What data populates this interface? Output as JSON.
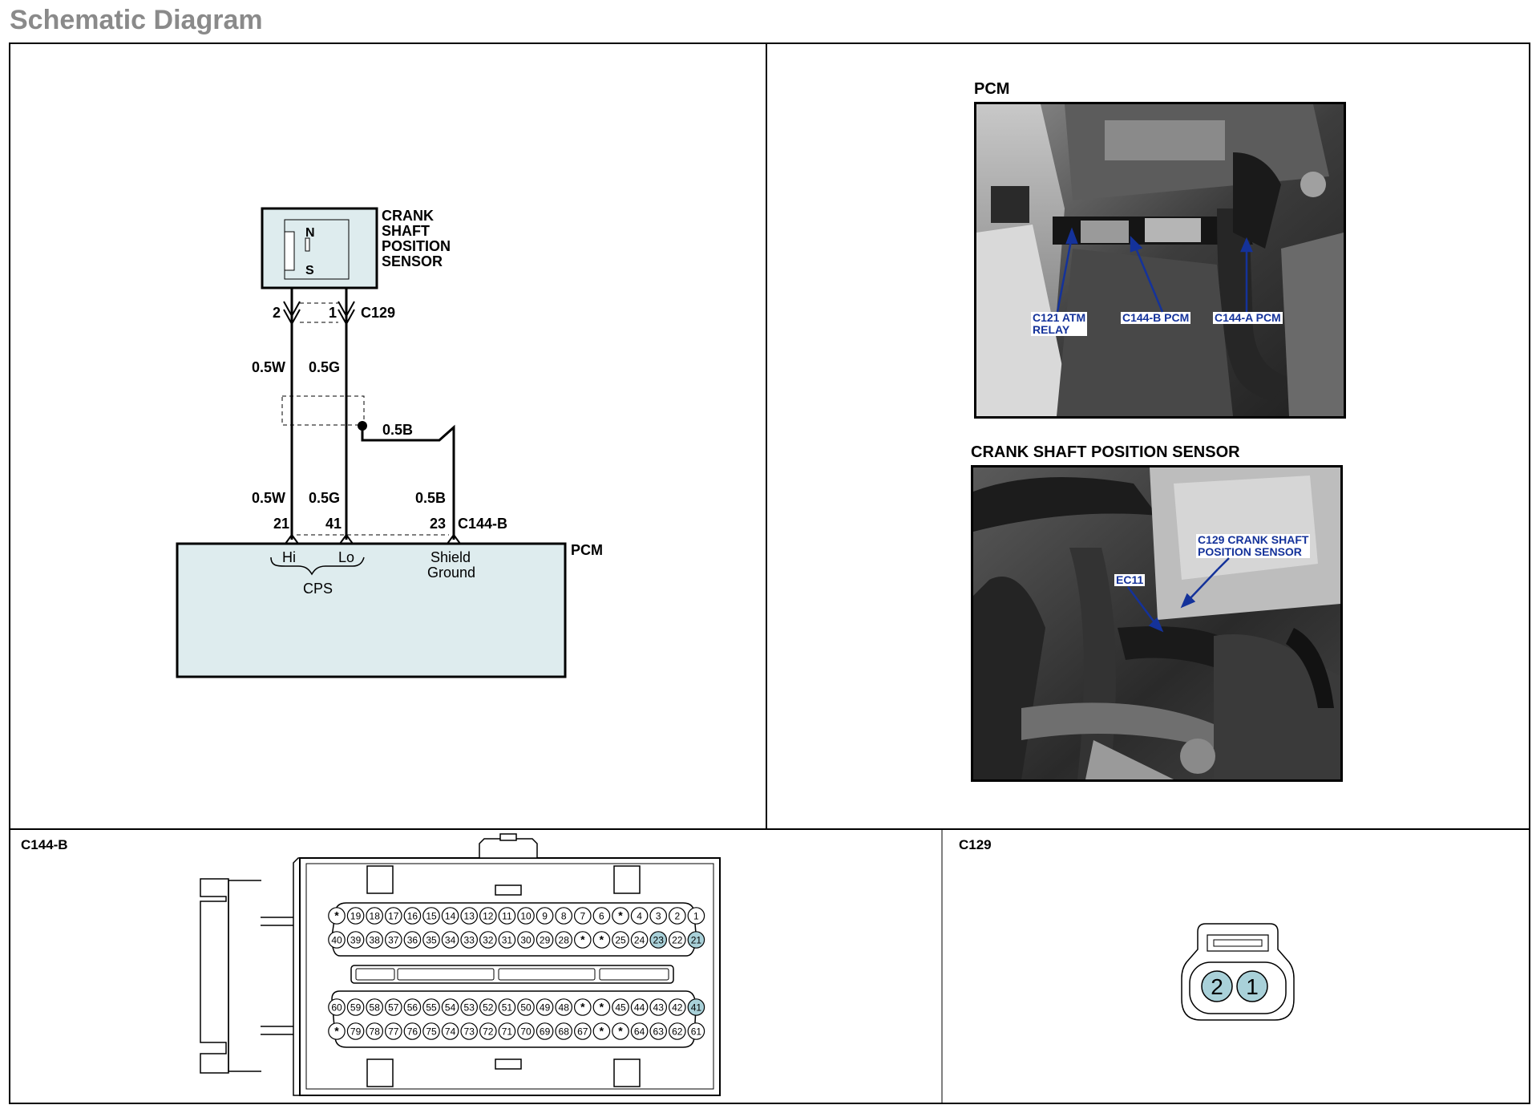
{
  "page_title": "Schematic Diagram",
  "schematic": {
    "sensor_label": [
      "CRANK",
      "SHAFT",
      "POSITION",
      "SENSOR"
    ],
    "sensor_pole_n": "N",
    "sensor_pole_s": "S",
    "sensor_connector": "C129",
    "sensor_pins": {
      "left": "2",
      "right": "1"
    },
    "wire_top_left": "0.5W",
    "wire_top_right": "0.5G",
    "shield_wire": "0.5B",
    "wire_bottom_left": "0.5W",
    "wire_bottom_mid": "0.5G",
    "wire_bottom_right": "0.5B",
    "pcm_pins": {
      "hi": "21",
      "lo": "41",
      "shield": "23"
    },
    "pcm_connector": "C144-B",
    "pcm_label": "PCM",
    "pin_hi_label": "Hi",
    "pin_lo_label": "Lo",
    "group_label": "CPS",
    "shield_label_1": "Shield",
    "shield_label_2": "Ground"
  },
  "photos": {
    "pcm_title": "PCM",
    "pcm_callouts": [
      "C121 ATM",
      "RELAY",
      "C144-B PCM",
      "C144-A PCM"
    ],
    "sensor_title": "CRANK SHAFT POSITION SENSOR",
    "sensor_callouts": [
      "C129 CRANK SHAFT",
      "POSITION SENSOR",
      "EC11"
    ]
  },
  "connector_c144b": {
    "title": "C144-B",
    "row1": [
      "*",
      "19",
      "18",
      "17",
      "16",
      "15",
      "14",
      "13",
      "12",
      "11",
      "10",
      "9",
      "8",
      "7",
      "6",
      "*",
      "4",
      "3",
      "2",
      "1"
    ],
    "row2": [
      "40",
      "39",
      "38",
      "37",
      "36",
      "35",
      "34",
      "33",
      "32",
      "31",
      "30",
      "29",
      "28",
      "*",
      "*",
      "25",
      "24",
      "23",
      "22",
      "21"
    ],
    "row3": [
      "60",
      "59",
      "58",
      "57",
      "56",
      "55",
      "54",
      "53",
      "52",
      "51",
      "50",
      "49",
      "48",
      "*",
      "*",
      "45",
      "44",
      "43",
      "42",
      "41"
    ],
    "row4": [
      "*",
      "79",
      "78",
      "77",
      "76",
      "75",
      "74",
      "73",
      "72",
      "71",
      "70",
      "69",
      "68",
      "67",
      "*",
      "*",
      "64",
      "63",
      "62",
      "61"
    ],
    "highlighted": [
      "21",
      "23",
      "41"
    ]
  },
  "connector_c129": {
    "title": "C129",
    "pins": [
      "2",
      "1"
    ]
  },
  "colors": {
    "pcm_fill": "#deecee",
    "pin_highlight": "#a9d1d9",
    "callout_text": "#14329a",
    "title_gray": "#8a8a8a"
  }
}
